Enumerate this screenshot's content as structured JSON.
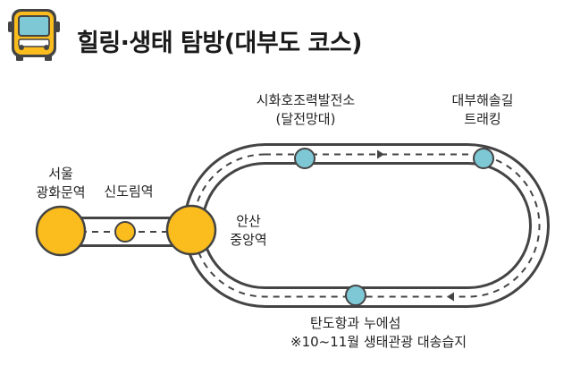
{
  "title": "힐링·생태 탐방(대부도 코스)",
  "stations": {
    "seoul": {
      "line1": "서울",
      "line2": "광화문역"
    },
    "sindorim": {
      "label": "신도림역"
    },
    "ansan": {
      "line1": "안산",
      "line2": "중앙역"
    },
    "sihwa": {
      "line1": "시화호조력발전소",
      "line2": "(달전망대)"
    },
    "daebu": {
      "line1": "대부해솔길",
      "line2": "트래킹"
    },
    "tando": {
      "line1": "탄도항과 누에섬",
      "line2": "※10~11월 생태관광 대송습지"
    }
  },
  "colors": {
    "major_stop": "#fbbd1d",
    "minor_stop": "#7ec8d6",
    "road": "#444444",
    "lane": "#ffffff"
  },
  "icons": [
    "bus-icon",
    "arrow-right-icon",
    "arrow-left-icon"
  ]
}
